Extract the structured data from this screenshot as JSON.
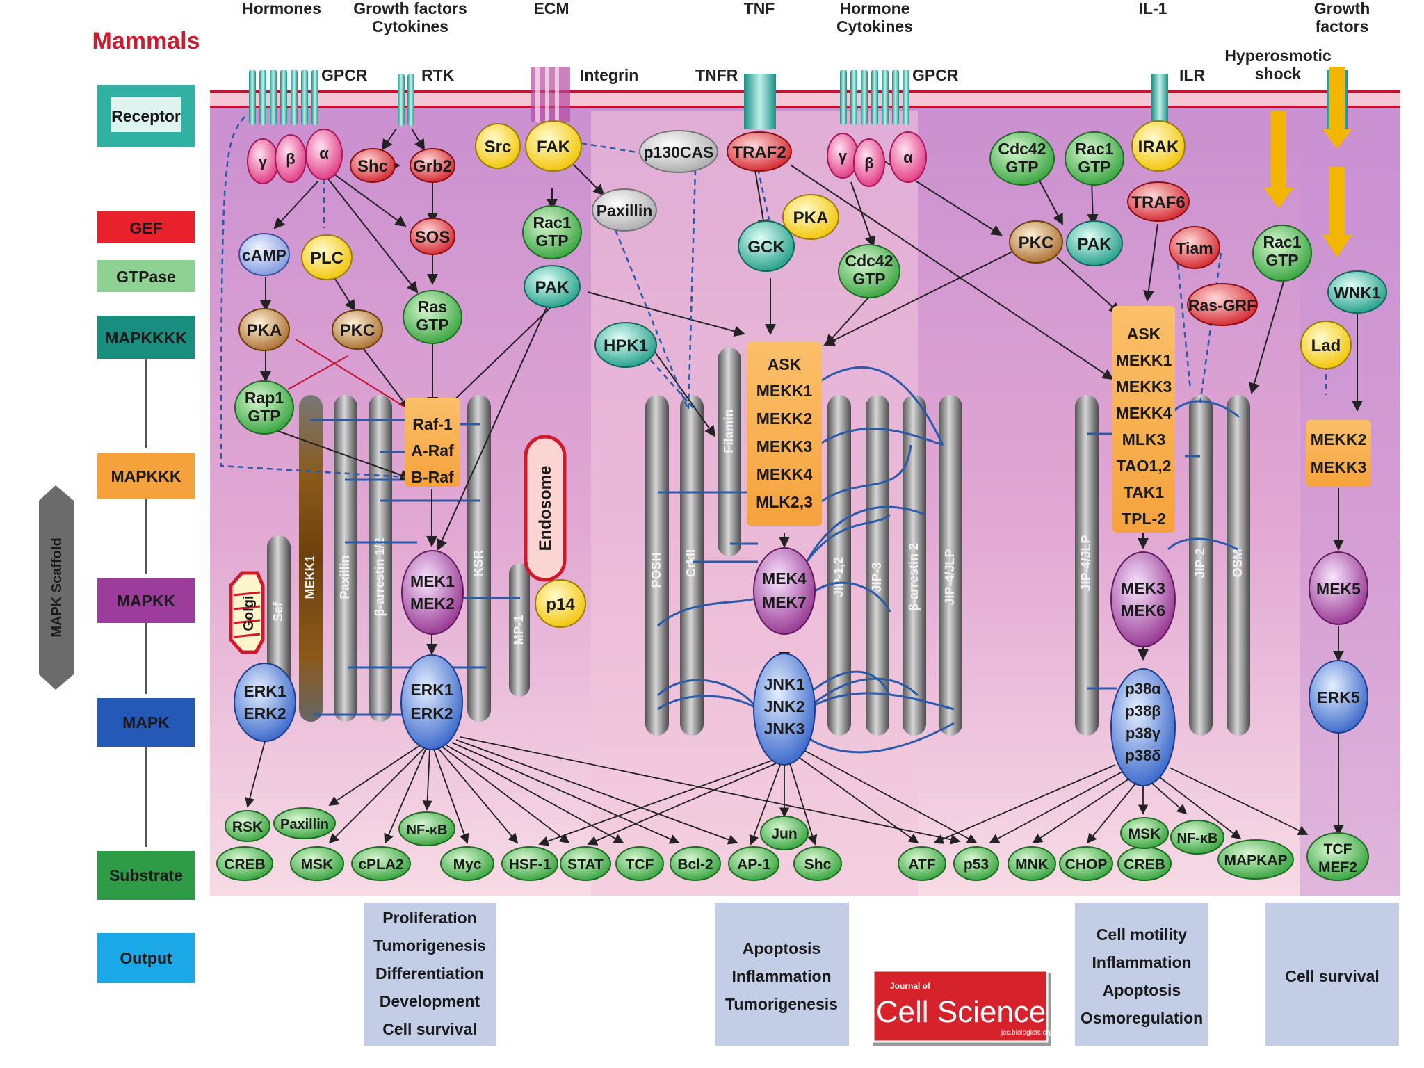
{
  "title": "Mammals",
  "stimuli": [
    "Hormones",
    "Growth factors",
    "Cytokines",
    "ECM",
    "TNF",
    "Hormone",
    "Cytokines",
    "IL-1",
    "Growth",
    "factors",
    "Hyperosmotic",
    "shock"
  ],
  "receptors": [
    "GPCR",
    "RTK",
    "Integrin",
    "TNFR",
    "GPCR",
    "ILR"
  ],
  "legend": {
    "receptor": "Receptor",
    "gef": "GEF",
    "gtpase": "GTPase",
    "mapkkkk": "MAPKKKK",
    "mapkkk": "MAPKKK",
    "mapkk": "MAPKK",
    "mapk": "MAPK",
    "substrate": "Substrate",
    "output": "Output",
    "scaffold": "MAPK Scaffold"
  },
  "molecules": {
    "gamma": "γ",
    "beta": "β",
    "alpha": "α",
    "shc": "Shc",
    "grb2": "Grb2",
    "sos": "SOS",
    "camp": "cAMP",
    "plc": "PLC",
    "pka": "PKA",
    "pkc": "PKC",
    "ras": [
      "Ras",
      "GTP"
    ],
    "rap1": [
      "Rap1",
      "GTP"
    ],
    "src": "Src",
    "fak": "FAK",
    "p130cas": "p130CAS",
    "paxillin": "Paxillin",
    "rac1": [
      "Rac1",
      "GTP"
    ],
    "pak": "PAK",
    "raf": [
      "Raf-1",
      "A-Raf",
      "B-Raf"
    ],
    "mek12": [
      "MEK1",
      "MEK2"
    ],
    "erk12": [
      "ERK1",
      "ERK2"
    ],
    "endosome": "Endosome",
    "p14": "p14",
    "golgi": "Golgi",
    "traf2": "TRAF2",
    "gck": "GCK",
    "hpk1": "HPK1",
    "cdc42": [
      "Cdc42",
      "GTP"
    ],
    "mapkkk_jnk": [
      "ASK",
      "MEKK1",
      "MEKK2",
      "MEKK3",
      "MEKK4",
      "MLK2,3"
    ],
    "mek47": [
      "MEK4",
      "MEK7"
    ],
    "jnk": [
      "JNK1",
      "JNK2",
      "JNK3"
    ],
    "irak": "IRAK",
    "traf6": "TRAF6",
    "tiam": "Tiam",
    "rasgrf": "Ras-GRF",
    "mapkkk_p38": [
      "ASK",
      "MEKK1",
      "MEKK3",
      "MEKK4",
      "MLK3",
      "TAO1,2",
      "TAK1",
      "TPL-2"
    ],
    "mek36": [
      "MEK3",
      "MEK6"
    ],
    "p38": [
      "p38α",
      "p38β",
      "p38γ",
      "p38δ"
    ],
    "wnk1": "WNK1",
    "lad": "Lad",
    "mekk23": [
      "MEKK2",
      "MEKK3"
    ],
    "mek5": "MEK5",
    "erk5": "ERK5"
  },
  "scaffolds": [
    "Sef",
    "MEKK1",
    "Paxillin",
    "β-arrestin 1/2",
    "KSR",
    "MP-1",
    "POSH",
    "CrkII",
    "Filamin",
    "JIP-1,2",
    "JIP-3",
    "β-arrestin 2",
    "JIP-4/JLP",
    "JIP-4/JLP",
    "JIP-2",
    "OSM"
  ],
  "substrates": {
    "rsk": "RSK",
    "paxillin": "Paxillin",
    "nfkb": "NF-κB",
    "creb": "CREB",
    "msk": "MSK",
    "cpla2": "cPLA2",
    "myc": "Myc",
    "hsf1": "HSF-1",
    "stat": "STAT",
    "tcf": "TCF",
    "bcl2": "Bcl-2",
    "ap1": "AP-1",
    "jun": "Jun",
    "shc": "Shc",
    "atf": "ATF",
    "p53": "p53",
    "mnk": "MNK",
    "chop": "CHOP",
    "creb2": "CREB",
    "msk2": "MSK",
    "nfkb2": "NF-κB",
    "mapkap": "MAPKAP",
    "tcf_mef2": [
      "TCF",
      "MEF2"
    ]
  },
  "outputs": {
    "erk": [
      "Proliferation",
      "Tumorigenesis",
      "Differentiation",
      "Development",
      "Cell survival"
    ],
    "jnk": [
      "Apoptosis",
      "Inflammation",
      "Tumorigenesis"
    ],
    "p38": [
      "Cell motility",
      "Inflammation",
      "Apoptosis",
      "Osmoregulation"
    ],
    "erk5": [
      "Cell survival"
    ]
  },
  "logo": {
    "small": "Journal of",
    "main": "Cell Science",
    "url": "jcs.biologists.org"
  }
}
